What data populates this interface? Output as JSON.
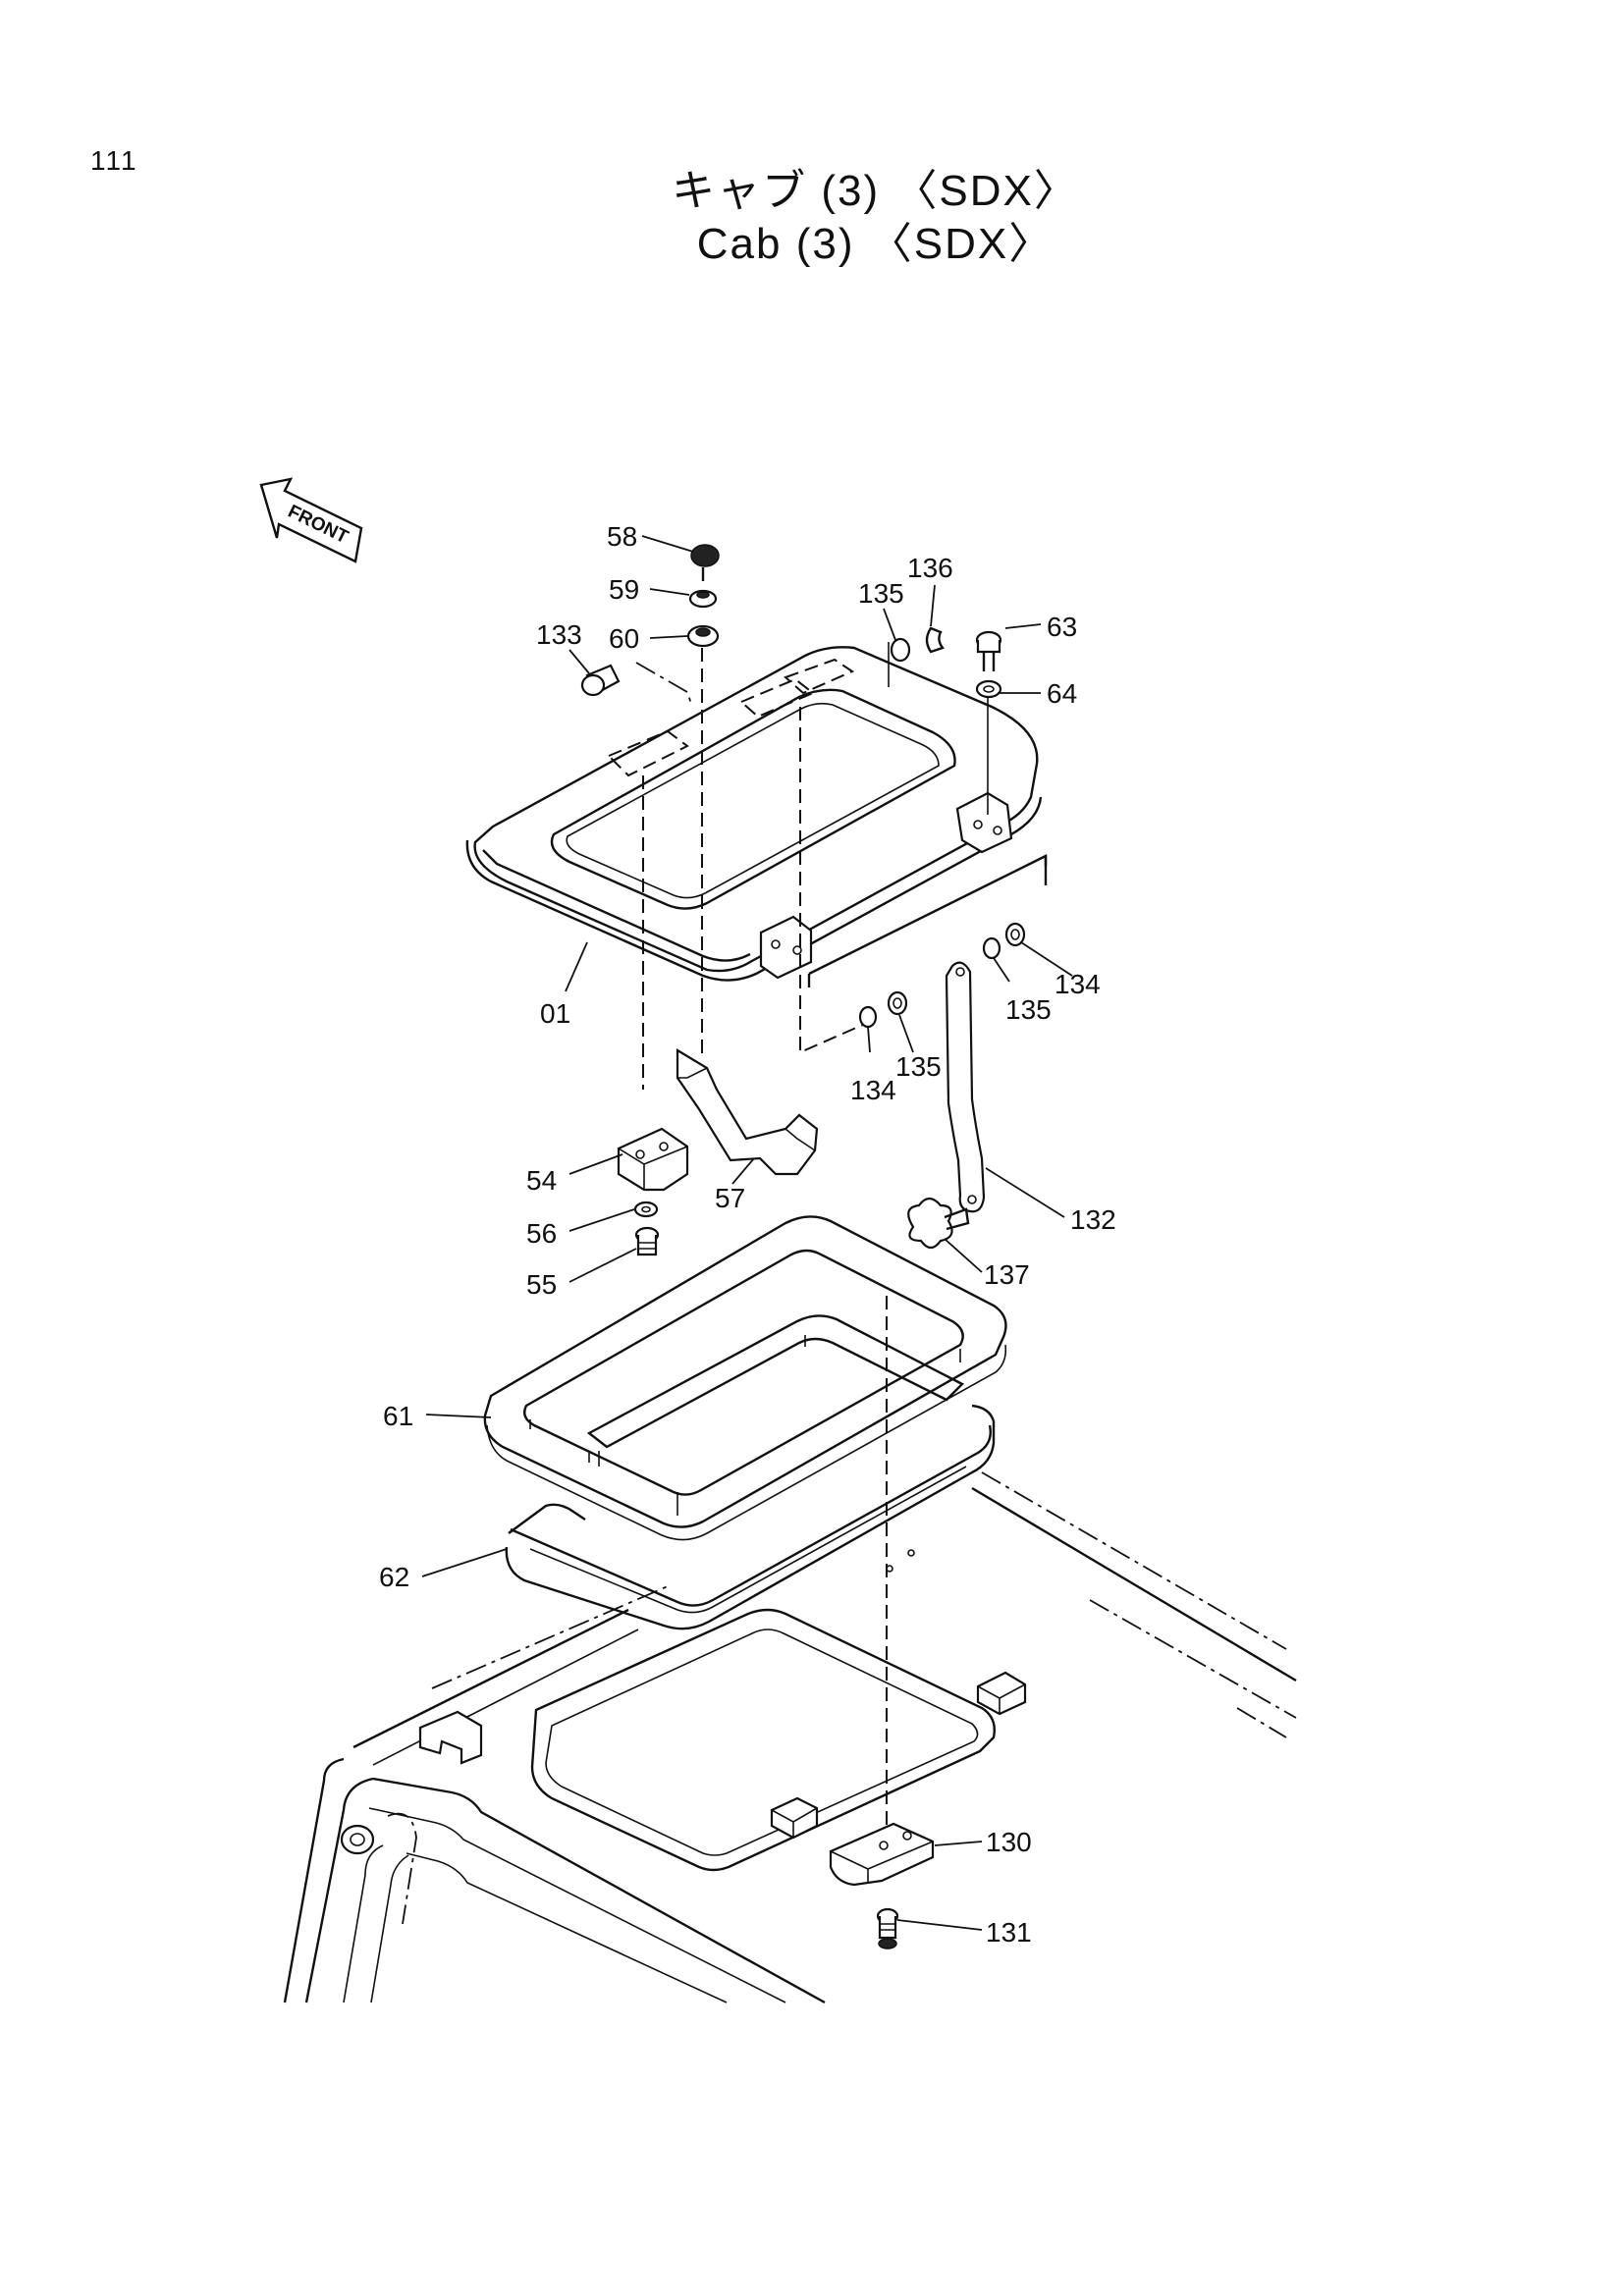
{
  "page": {
    "number": "111",
    "title_jp": "キャブ (3) 〈SDX〉",
    "title_en": "Cab (3) 〈SDX〉"
  },
  "orientation": {
    "front_label": "FRONT"
  },
  "callouts": [
    {
      "id": "c58",
      "label": "58"
    },
    {
      "id": "c59",
      "label": "59"
    },
    {
      "id": "c60",
      "label": "60"
    },
    {
      "id": "c133",
      "label": "133"
    },
    {
      "id": "c135a",
      "label": "135"
    },
    {
      "id": "c136",
      "label": "136"
    },
    {
      "id": "c63",
      "label": "63"
    },
    {
      "id": "c64",
      "label": "64"
    },
    {
      "id": "c01",
      "label": "01"
    },
    {
      "id": "c134a",
      "label": "134"
    },
    {
      "id": "c135b",
      "label": "135"
    },
    {
      "id": "c135c",
      "label": "135"
    },
    {
      "id": "c134b",
      "label": "134"
    },
    {
      "id": "c54",
      "label": "54"
    },
    {
      "id": "c57",
      "label": "57"
    },
    {
      "id": "c56",
      "label": "56"
    },
    {
      "id": "c55",
      "label": "55"
    },
    {
      "id": "c132",
      "label": "132"
    },
    {
      "id": "c137",
      "label": "137"
    },
    {
      "id": "c61",
      "label": "61"
    },
    {
      "id": "c62",
      "label": "62"
    },
    {
      "id": "c130",
      "label": "130"
    },
    {
      "id": "c131",
      "label": "131"
    }
  ]
}
